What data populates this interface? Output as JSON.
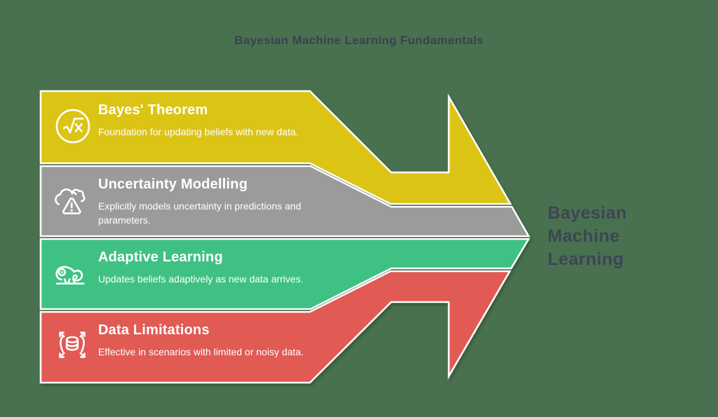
{
  "header": {
    "title": "Bayesian Machine Learning Fundamentals"
  },
  "bands": [
    {
      "title": "Bayes' Theorem",
      "description": "Foundation for updating beliefs with new data.",
      "color": "#dcc415",
      "icon": "sqrt-x-icon"
    },
    {
      "title": "Uncertainty Modelling",
      "description": "Explicitly models uncertainty in predictions and parameters.",
      "color": "#9b9b9a",
      "icon": "cloud-warning-icon"
    },
    {
      "title": "Adaptive Learning",
      "description": "Updates beliefs adaptively as new data arrives.",
      "color": "#3fc184",
      "icon": "chameleon-icon"
    },
    {
      "title": "Data Limitations",
      "description": "Effective in scenarios with limited or noisy data.",
      "color": "#e15a54",
      "icon": "database-expand-icon"
    }
  ],
  "result": {
    "lines": [
      "Bayesian",
      "Machine",
      "Learning"
    ]
  },
  "colors": {
    "background": "#49714f",
    "heading_text": "#3a4150",
    "result_text": "#3d4554",
    "band_text": "#ffffff",
    "shape_outline": "#ffffff"
  }
}
